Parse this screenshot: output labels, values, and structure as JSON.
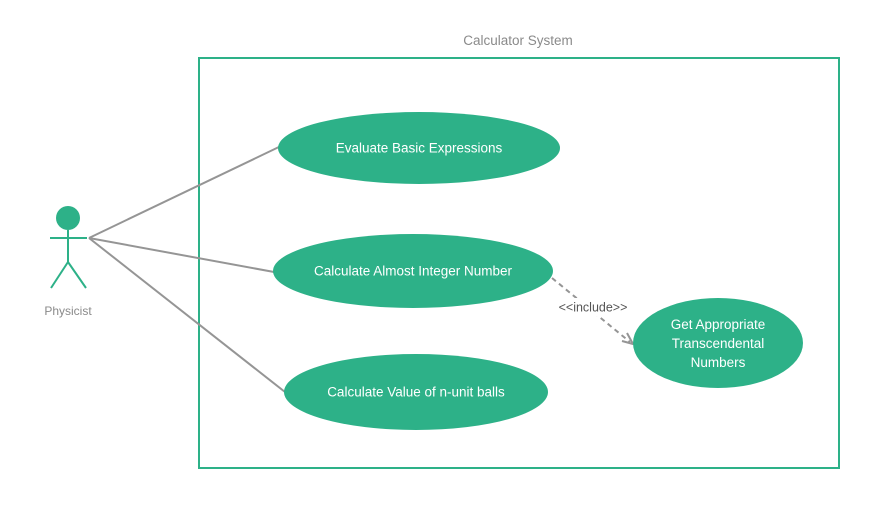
{
  "diagram": {
    "system_title": "Calculator System",
    "actor": {
      "name": "Physicist"
    },
    "use_cases": [
      {
        "lines": [
          "Evaluate Basic Expressions"
        ]
      },
      {
        "lines": [
          "Calculate Almost Integer Number"
        ]
      },
      {
        "lines": [
          "Calculate Value of n-unit balls"
        ]
      },
      {
        "lines": [
          "Get Appropriate",
          "Transcendental",
          "Numbers"
        ]
      }
    ],
    "include_label": "<<include>>"
  },
  "colors": {
    "accent": "#2db188",
    "line": "#959595",
    "label_gray": "#8a8a8a",
    "text_on_accent": "#ffffff"
  },
  "icons": {
    "actor": "stick-figure-actor-icon",
    "include_arrowhead": "open-arrow-icon"
  }
}
